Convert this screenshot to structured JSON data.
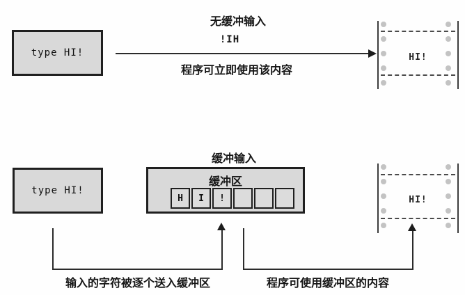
{
  "colors": {
    "box_fill": "#d9d9d9",
    "border": "#1f1f1f",
    "dot": "#c3c3c3",
    "text": "#1a1a1a"
  },
  "unbuffered": {
    "title": "无缓冲输入",
    "input_box_label": "type HI!",
    "stream_text": "!IH",
    "note": "程序可立即使用该内容",
    "output_text": "HI!"
  },
  "buffered": {
    "title": "缓冲输入",
    "input_box_label": "type HI!",
    "buffer_title": "缓冲区",
    "buffer_cells": [
      "H",
      "I",
      "!",
      "",
      "",
      ""
    ],
    "output_text": "HI!",
    "caption_input": "输入的字符被逐个送入缓冲区",
    "caption_use": "程序可使用缓冲区的内容"
  }
}
